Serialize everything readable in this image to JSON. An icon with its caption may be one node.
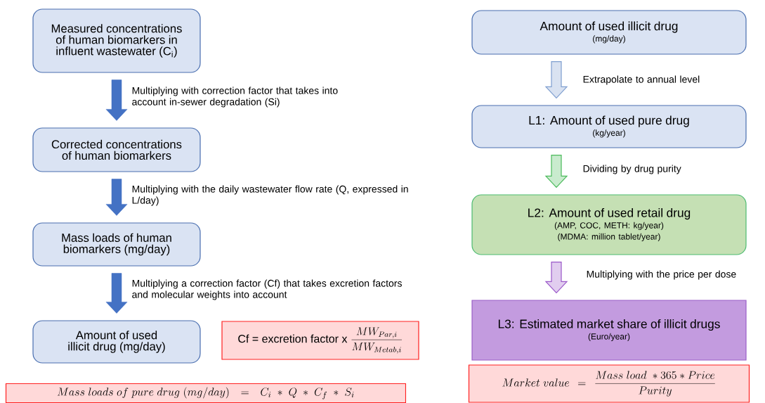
{
  "diagram": {
    "nodes": [
      {
        "text": [
          "Measured concentrations of human biomarkers in influent wastewater (C$_{i}$)"
        ]
      },
      {
        "text": [
          "Corrected concentrations of human biomarkers"
        ]
      },
      {
        "text": [
          "Mass loads of human biomarkers (mg/day)"
        ]
      },
      {
        "text": [
          "Amount of used illicit drug (mg/day)"
        ]
      },
      {
        "text": [
          "Cf = excretion factor x",
          "\\frac{MW_{Par,i}}{MW_{Metab,i}}"
        ]
      },
      {
        "text": [
          "Mass\\ loads\\ of\\ pure\\ drug\\ (mg/day) = C_i * Q * C_f * S_i"
        ]
      },
      {
        "text": [
          "Amount of used illicit drug",
          "(mg/day)"
        ]
      },
      {
        "text": [
          "L1: Amount of used pure drug",
          "(kg/year)"
        ]
      },
      {
        "text": [
          "L2: Amount of used retail drug",
          "(AMP, COC, METH: kg/year)",
          "(MDMA: million tablet/year)"
        ]
      },
      {
        "text": [
          "L3: Estimated market share of illicit drugs",
          "(Euro/year)"
        ]
      },
      {
        "text": [
          "Market\\ value = \\frac{Mass\\ load\\ * 365 * Price}{Purity}"
        ]
      }
    ],
    "edges": [
      {
        "from": 0,
        "to": 1,
        "arrow": "to",
        "label": "Multiplying with correction factor that takes into account in-sewer degradation (Si)"
      },
      {
        "from": 1,
        "to": 2,
        "arrow": "to",
        "label": "Multiplying with the daily wastewater flow rate (Q, expressed in L/day)"
      },
      {
        "from": 2,
        "to": 3,
        "arrow": "to",
        "label": "Multiplying a correction factor (Cf) that takes excretion factors and molecular weights into account"
      },
      {
        "from": 6,
        "to": 7,
        "arrow": "to",
        "label": "Extrapolate to annual level",
        "color": "#7f9fd0"
      },
      {
        "from": 7,
        "to": 8,
        "arrow": "to",
        "label": "Dividing by drug purity",
        "color": "#4cbb5c"
      },
      {
        "from": 8,
        "to": 9,
        "arrow": "to",
        "label": "Multiplying with the price per dose",
        "color": "#9b59c9"
      }
    ]
  }
}
